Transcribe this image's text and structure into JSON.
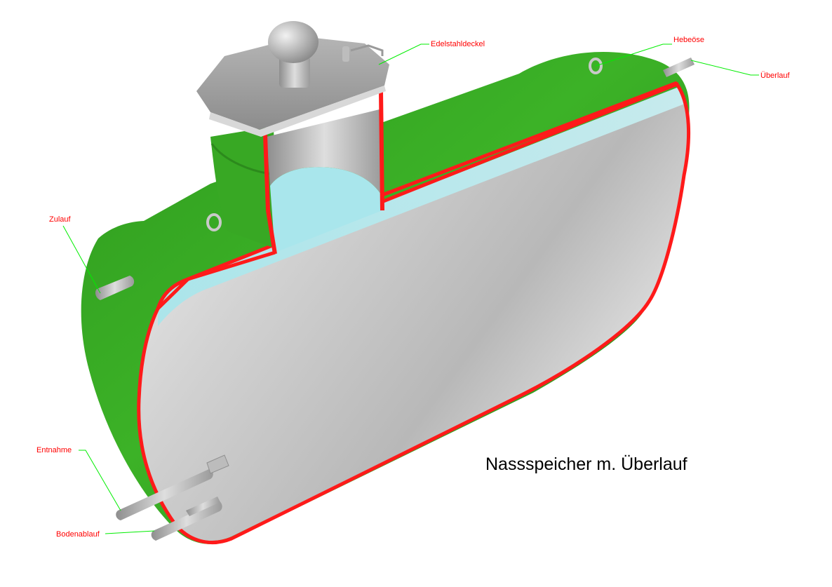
{
  "title": "Nassspeicher m. Überlauf",
  "labels": {
    "lid": "Edelstahldeckel",
    "eyelet": "Hebeöse",
    "overflow": "Überlauf",
    "inlet": "Zulauf",
    "withdrawal": "Entnahme",
    "bottom_drain": "Bodenablauf"
  },
  "colors": {
    "shell_outer": "#35a421",
    "cut_edge": "#ff1a1a",
    "interior": "#c9c9c9",
    "water": "#9fe3ea",
    "label": "#ff0000",
    "leader": "#00ee00"
  }
}
